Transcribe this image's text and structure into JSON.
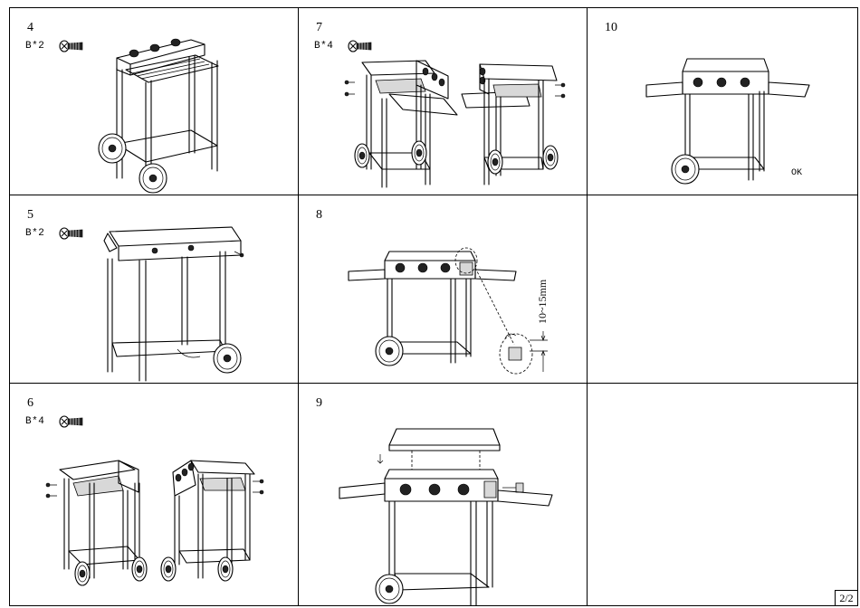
{
  "page": {
    "label": "2/2"
  },
  "steps": {
    "s4": {
      "number": "4",
      "quantity": "B*2",
      "hardware_icon": "screw-icon"
    },
    "s5": {
      "number": "5",
      "quantity": "B*2",
      "hardware_icon": "screw-icon"
    },
    "s6": {
      "number": "6",
      "quantity": "B*4",
      "hardware_icon": "screw-icon"
    },
    "s7": {
      "number": "7",
      "quantity": "B*4",
      "hardware_icon": "screw-icon"
    },
    "s8": {
      "number": "8",
      "measure_label": "10~15mm"
    },
    "s9": {
      "number": "9"
    },
    "s10": {
      "number": "10",
      "status_label": "OK"
    }
  }
}
